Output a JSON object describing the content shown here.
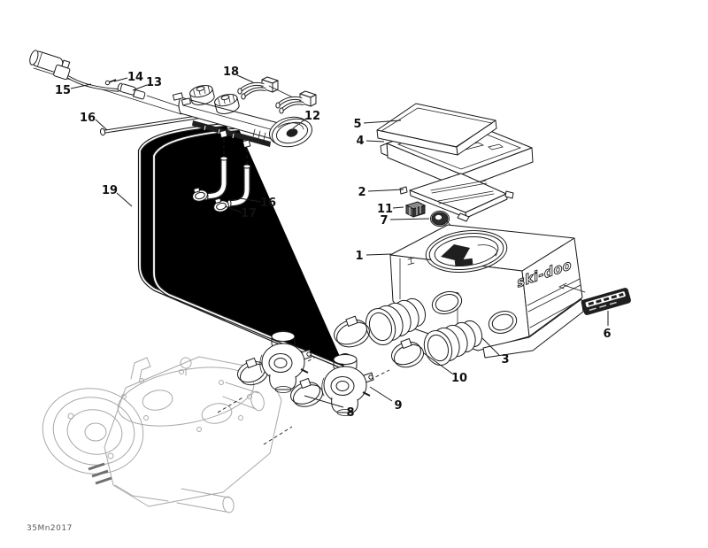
{
  "diagram": {
    "footer_code": "35Mn2017",
    "airbox_logo": "ski-doo"
  },
  "callouts": {
    "c1": "1",
    "c2": "2",
    "c3": "3",
    "c4": "4",
    "c5": "5",
    "c6": "6",
    "c7": "7",
    "c8": "8",
    "c9": "9",
    "c10": "10",
    "c11": "11",
    "c12": "12",
    "c13": "13",
    "c14": "14",
    "c15": "15",
    "c16_tube": "16",
    "c16_elbow": "16",
    "c17": "17",
    "c18": "18",
    "c19": "19"
  },
  "palette": {
    "line": "#1a1a1a",
    "faint_engine_line": "#a8a8a8",
    "background": "#ffffff",
    "decal_fill": "#1f1f1f"
  }
}
